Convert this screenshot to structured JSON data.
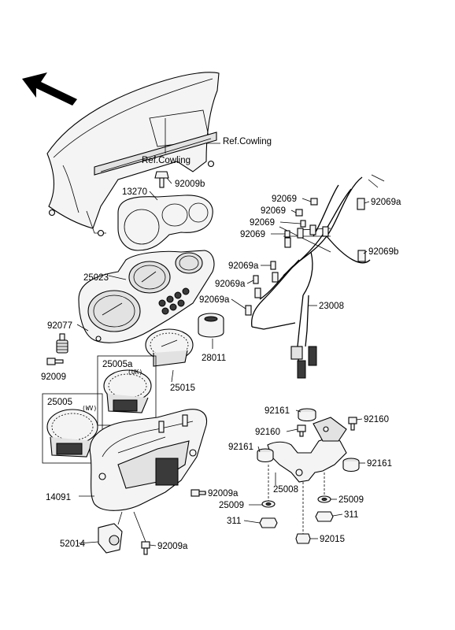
{
  "labels": {
    "ref_cowling_1": "Ref.Cowling",
    "ref_cowling_2": "Ref.Cowling",
    "p13270": "13270",
    "p92009b": "92009b",
    "p25023": "25023",
    "p92077": "92077",
    "p92009": "92009",
    "p28011": "28011",
    "p25005a": "25005a",
    "p25005a_note": "(UK)",
    "p25015": "25015",
    "p25005": "25005",
    "p25005_note": "(WV)",
    "p14091": "14091",
    "p52014": "52014",
    "p92009a_1": "92009a",
    "p92009a_2": "92009a",
    "p92069_1": "92069",
    "p92069_2": "92069",
    "p92069_3": "92069",
    "p92069_4": "92069",
    "p92069a_r": "92069a",
    "p92069a_1": "92069a",
    "p92069a_2": "92069a",
    "p92069a_3": "92069a",
    "p92069b": "92069b",
    "p23008": "23008",
    "p92161_1": "92161",
    "p92160_1": "92160",
    "p92160_2": "92160",
    "p92161_2": "92161",
    "p92161_3": "92161",
    "p25008": "25008",
    "p25009_1": "25009",
    "p25009_2": "25009",
    "p311_1": "311",
    "p311_2": "311",
    "p92015": "92015"
  }
}
